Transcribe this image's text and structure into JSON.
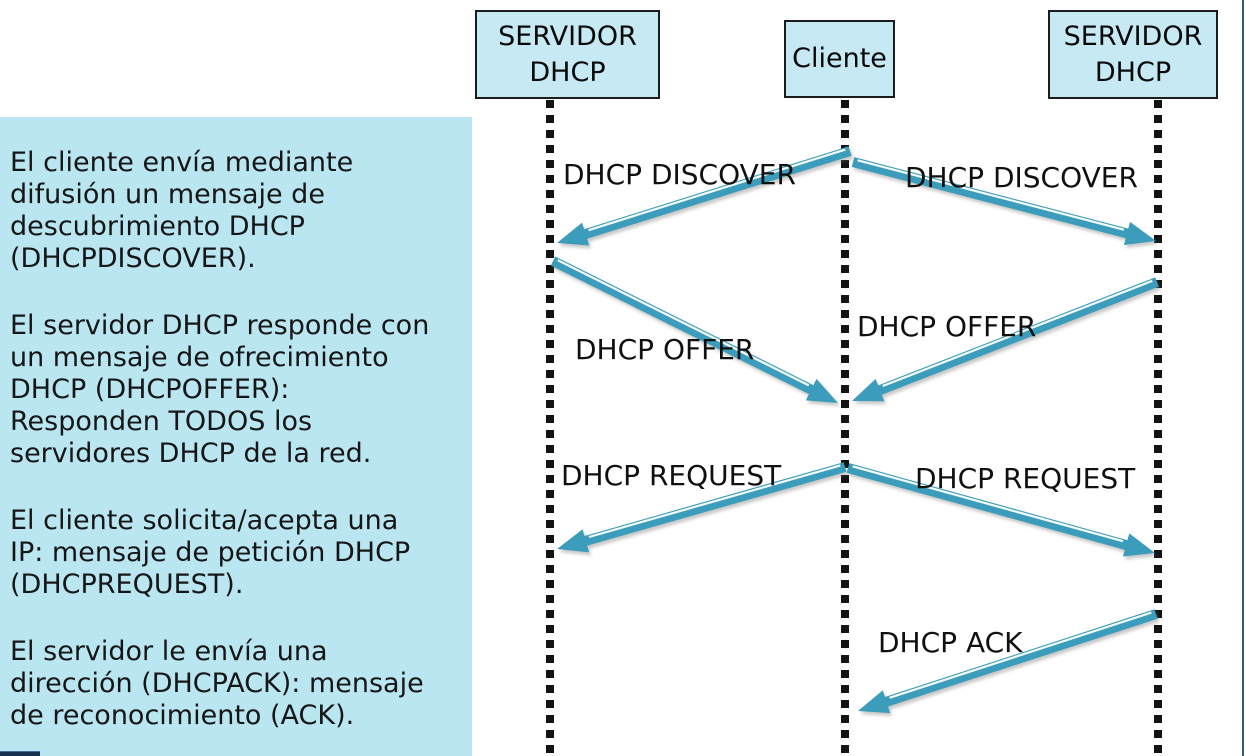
{
  "panel": {
    "paragraphs": [
      {
        "text": "El cliente envía mediante\ndifusión un mensaje de\ndescubrimiento DHCP\n(DHCPDISCOVER)."
      },
      {
        "text": "El servidor DHCP responde con\nun mensaje de ofrecimiento\nDHCP (DHCPOFFER):\nResponden TODOS los\nservidores DHCP de la red."
      },
      {
        "text": "El cliente solicita/acepta una\nIP: mensaje de petición DHCP\n(DHCPREQUEST)."
      },
      {
        "text": "El servidor le envía una\ndirección (DHCPACK): mensaje\nde reconocimiento (ACK)."
      }
    ]
  },
  "actors": [
    {
      "id": "server-left",
      "label": "SERVIDOR DHCP"
    },
    {
      "id": "client",
      "label": "Cliente"
    },
    {
      "id": "server-right",
      "label": "SERVIDOR DHCP"
    }
  ],
  "messages": [
    {
      "id": "discover-left",
      "label": "DHCP DISCOVER",
      "from": "client",
      "to": "server-left"
    },
    {
      "id": "discover-right",
      "label": "DHCP DISCOVER",
      "from": "client",
      "to": "server-right"
    },
    {
      "id": "offer-left",
      "label": "DHCP OFFER",
      "from": "server-left",
      "to": "client"
    },
    {
      "id": "offer-right",
      "label": "DHCP OFFER",
      "from": "server-right",
      "to": "client"
    },
    {
      "id": "request-left",
      "label": "DHCP REQUEST",
      "from": "client",
      "to": "server-left"
    },
    {
      "id": "request-right",
      "label": "DHCP REQUEST",
      "from": "client",
      "to": "server-right"
    },
    {
      "id": "ack",
      "label": "DHCP ACK",
      "from": "server-right",
      "to": "client"
    }
  ],
  "colors": {
    "arrow": "#3b9dbb",
    "panel_background": "#b9e6f1",
    "actor_fill": "#c6e9f4",
    "actor_border": "#1a1c1e",
    "lifeline": "#131313",
    "frame_line": "#3a5b7d",
    "footer_accent": "#16314f"
  }
}
